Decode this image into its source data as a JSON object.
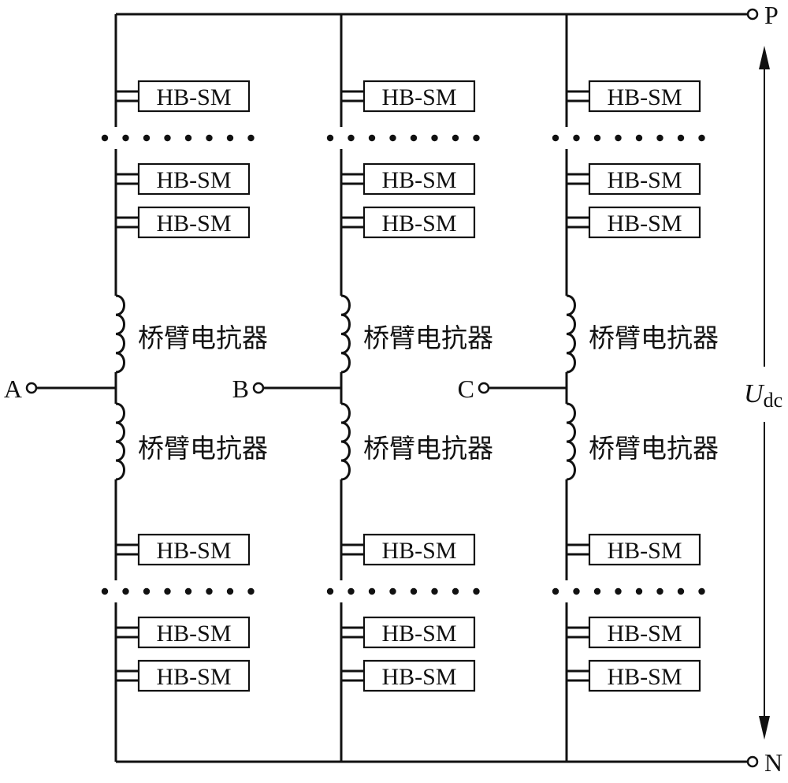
{
  "module_label": "HB-SM",
  "reactor_label": "桥臂电抗器",
  "phases": [
    {
      "label": "A",
      "upper_modules": 3,
      "lower_modules": 3
    },
    {
      "label": "B",
      "upper_modules": 3,
      "lower_modules": 3
    },
    {
      "label": "C",
      "upper_modules": 3,
      "lower_modules": 3
    }
  ],
  "dc_terminals": {
    "positive": "P",
    "negative": "N"
  },
  "dc_voltage": {
    "symbol": "U",
    "subscript": "dc"
  },
  "colors": {
    "line": "#111111",
    "background": "#ffffff"
  }
}
